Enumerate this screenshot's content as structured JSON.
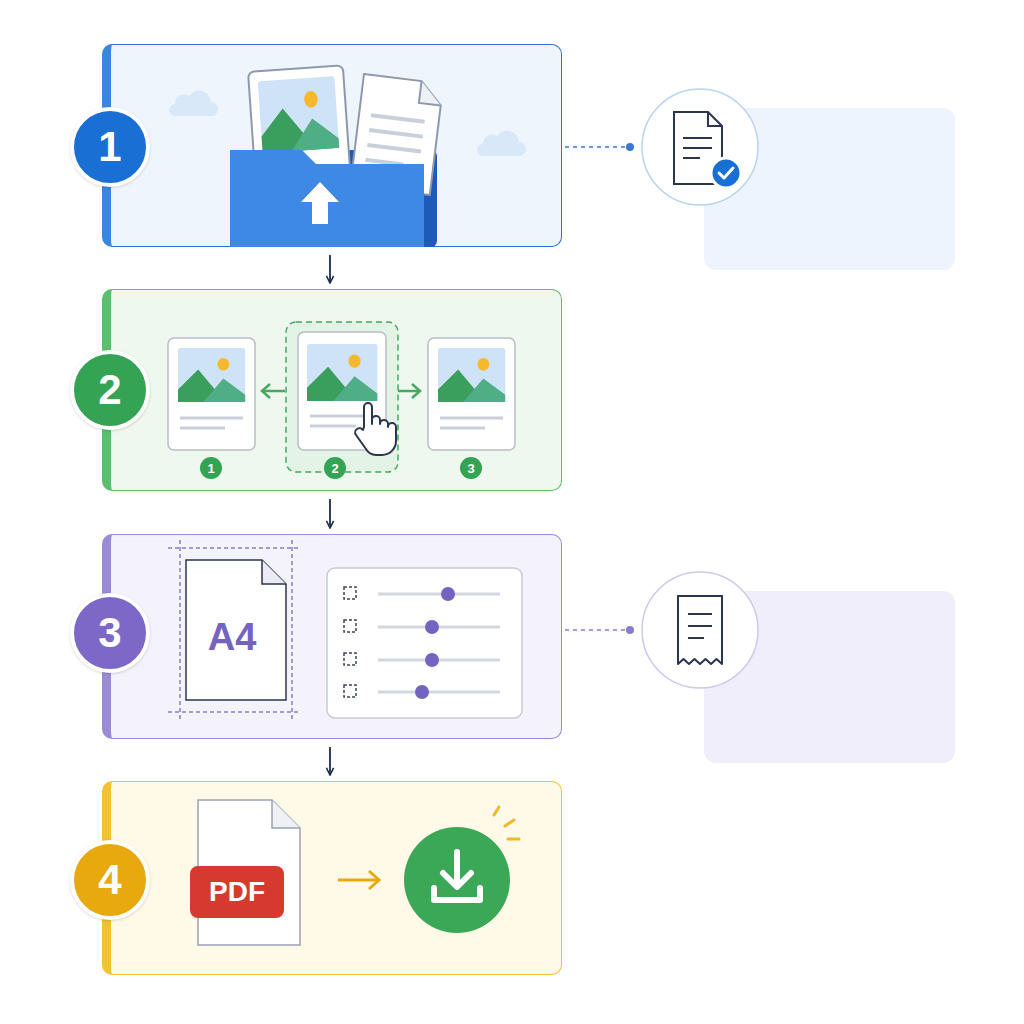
{
  "diagram": {
    "nodes": [
      {
        "text": [
          "1"
        ]
      },
      {
        "text": [
          "2"
        ]
      },
      {
        "text": [
          "3"
        ]
      },
      {
        "text": [
          "4"
        ]
      }
    ],
    "edges": [
      {
        "from": 0,
        "to": 1,
        "arrow": "to"
      },
      {
        "from": 1,
        "to": 2,
        "arrow": "to"
      },
      {
        "from": 2,
        "to": 3,
        "arrow": "to"
      }
    ],
    "labels": [
      "1",
      "2",
      "3",
      "A4",
      "PDF"
    ]
  }
}
